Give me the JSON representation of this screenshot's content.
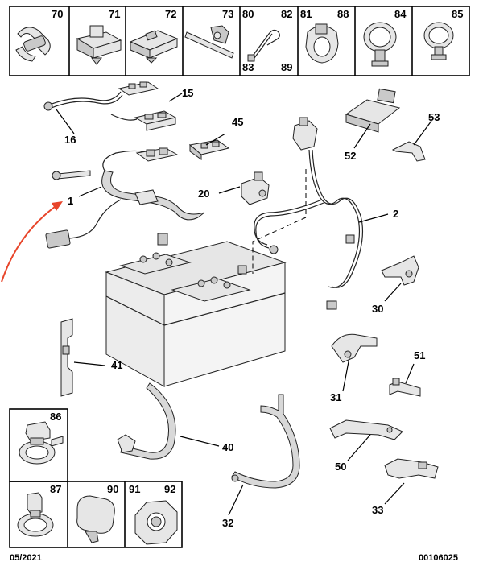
{
  "top_row_labels": [
    "70",
    "71",
    "72",
    "73",
    "80",
    "82",
    "83",
    "89",
    "81",
    "88",
    "84",
    "85"
  ],
  "part_labels": {
    "p1": "1",
    "p2": "2",
    "p15": "15",
    "p16": "16",
    "p20": "20",
    "p30": "30",
    "p31": "31",
    "p32": "32",
    "p33": "33",
    "p40": "40",
    "p41": "41",
    "p45": "45",
    "p50": "50",
    "p51": "51",
    "p52": "52",
    "p53": "53"
  },
  "bottom_box_labels": [
    "86",
    "87",
    "90",
    "91",
    "92"
  ],
  "footer": {
    "date": "05/2021",
    "ref": "00106025"
  },
  "colors": {
    "arrow": "#e8452a",
    "part_fill": "#e6e6e6"
  },
  "icons": [
    "clip-icon",
    "cable-tie-icon",
    "hose-clamp-icon",
    "nut-icon",
    "battery-icon"
  ]
}
